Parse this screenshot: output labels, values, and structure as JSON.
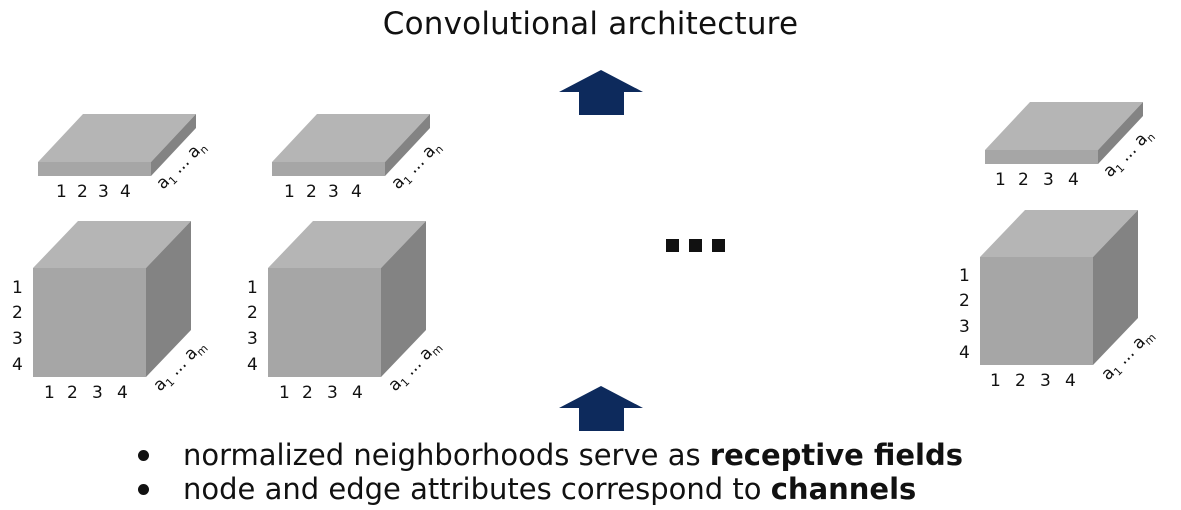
{
  "title": "Convolutional architecture",
  "row_labels": [
    "1",
    "2",
    "3",
    "4"
  ],
  "col_labels": [
    "1",
    "2",
    "3",
    "4"
  ],
  "node_attr": {
    "base": "a",
    "first_sub": "1",
    "ellipsis": "...",
    "last_sub": "n"
  },
  "edge_attr": {
    "base": "a",
    "first_sub": "1",
    "ellipsis": "...",
    "last_sub": "m"
  },
  "ellipsis": "...",
  "bullets": [
    {
      "text": "normalized neighborhoods serve as ",
      "bold": "receptive fields"
    },
    {
      "text": "node and edge attributes correspond to ",
      "bold": "channels"
    }
  ],
  "colors": {
    "arrow": "#0d2a5c",
    "face_front": "#a6a6a6",
    "face_top": "#b5b5b5",
    "face_side": "#838383"
  }
}
